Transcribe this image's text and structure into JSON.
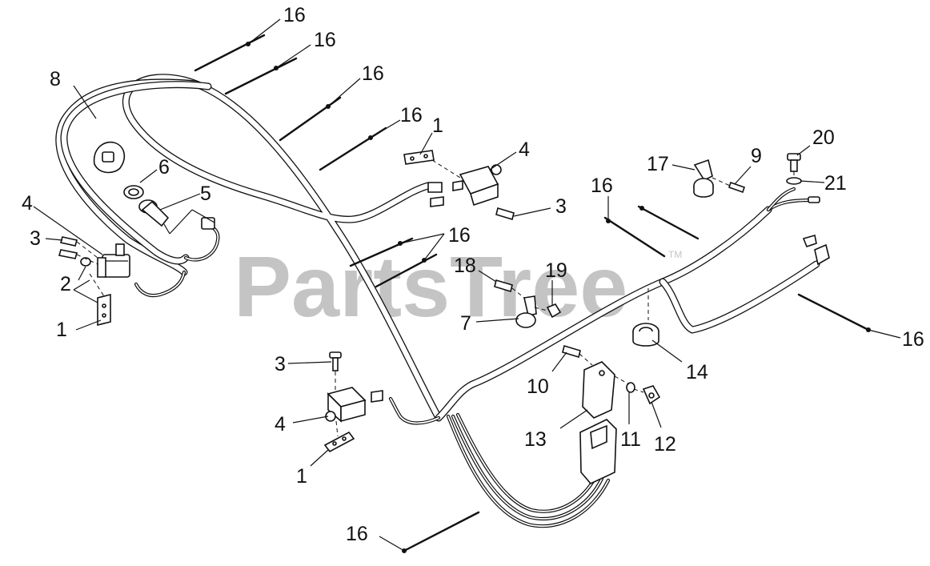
{
  "watermark": {
    "text": "PartsTree",
    "trademark": "TM"
  },
  "callouts": [
    {
      "id": "c16-a",
      "label": "16"
    },
    {
      "id": "c16-b",
      "label": "16"
    },
    {
      "id": "c16-c",
      "label": "16"
    },
    {
      "id": "c16-d",
      "label": "16"
    },
    {
      "id": "c1-a",
      "label": "1"
    },
    {
      "id": "c4-a",
      "label": "4"
    },
    {
      "id": "c3-a",
      "label": "3"
    },
    {
      "id": "c8",
      "label": "8"
    },
    {
      "id": "c6",
      "label": "6"
    },
    {
      "id": "c5",
      "label": "5"
    },
    {
      "id": "c4-b",
      "label": "4"
    },
    {
      "id": "c3-b",
      "label": "3"
    },
    {
      "id": "c2",
      "label": "2"
    },
    {
      "id": "c1-b",
      "label": "1"
    },
    {
      "id": "c16-e",
      "label": "16"
    },
    {
      "id": "c18",
      "label": "18"
    },
    {
      "id": "c19",
      "label": "19"
    },
    {
      "id": "c7",
      "label": "7"
    },
    {
      "id": "c16-f",
      "label": "16"
    },
    {
      "id": "c17",
      "label": "17"
    },
    {
      "id": "c9",
      "label": "9"
    },
    {
      "id": "c20",
      "label": "20"
    },
    {
      "id": "c21",
      "label": "21"
    },
    {
      "id": "c16-g",
      "label": "16"
    },
    {
      "id": "c14",
      "label": "14"
    },
    {
      "id": "c3-c",
      "label": "3"
    },
    {
      "id": "c4-c",
      "label": "4"
    },
    {
      "id": "c1-c",
      "label": "1"
    },
    {
      "id": "c10",
      "label": "10"
    },
    {
      "id": "c13",
      "label": "13"
    },
    {
      "id": "c11",
      "label": "11"
    },
    {
      "id": "c12",
      "label": "12"
    },
    {
      "id": "c16-h",
      "label": "16"
    }
  ]
}
